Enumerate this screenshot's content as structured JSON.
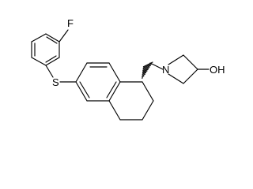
{
  "molecule": {
    "atoms": {
      "fluorine": "F",
      "sulfur": "S",
      "nitrogen": "N",
      "hydroxyl": "OH"
    }
  },
  "colors": {
    "background": "#ffffff",
    "ink": "#000000"
  }
}
